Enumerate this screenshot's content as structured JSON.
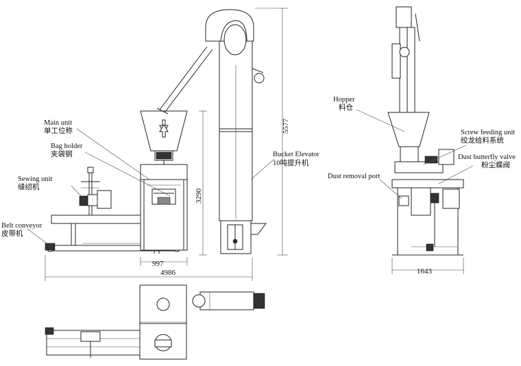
{
  "labels": {
    "main_unit_en": "Main unit",
    "main_unit_zh": "单工位称",
    "bag_holder_en": "Bag holder",
    "bag_holder_zh": "夹袋钢",
    "sewing_unit_en": "Sewing unit",
    "sewing_unit_zh": "缝纫机",
    "belt_conveyor_en": "Belt conveyor",
    "belt_conveyor_zh": "皮带机",
    "bucket_elevator_en": "Bucket Elevator",
    "bucket_elevator_zh": "10吨提升机",
    "hopper_en": "Hopper",
    "hopper_zh": "料仓",
    "screw_feeding_en": "Screw feeding unit",
    "screw_feeding_zh": "绞龙给料系统",
    "dust_butterfly_en": "Dust butterfly valve",
    "dust_butterfly_zh": "粉尘蝶阀",
    "dust_removal_en": "Dust removal port"
  },
  "dimensions": {
    "total_height": "5577",
    "unit_height": "3290",
    "unit_width": "997",
    "total_length": "4986",
    "side_width": "1643"
  }
}
